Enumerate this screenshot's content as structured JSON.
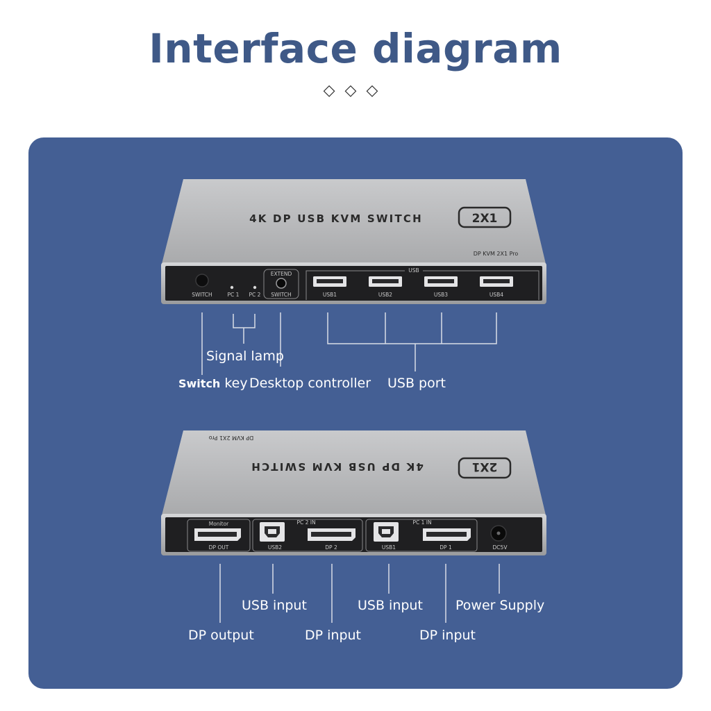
{
  "page": {
    "title": "Interface diagram",
    "ornament": "◇◇◇"
  },
  "device_top": {
    "name_plate": "4K DP USB KVM SWITCH",
    "badge": "2X1",
    "model": "DP KVM 2X1 Pro",
    "ports": {
      "switch_button": "SWITCH",
      "pc1": "PC 1",
      "pc2": "PC 2",
      "extend": "EXTEND",
      "extend_switch": "SWITCH",
      "usb_group": "USB",
      "usb1": "USB1",
      "usb2": "USB2",
      "usb3": "USB3",
      "usb4": "USB4"
    },
    "callouts": {
      "signal_lamp": "Signal lamp",
      "switch_key_a": "Switch",
      "switch_key_b": " key",
      "desktop_controller": "Desktop controller",
      "usb_port": "USB port"
    }
  },
  "device_bottom": {
    "name_plate": "4K DP USB KVM SWITCH",
    "badge": "2X1",
    "model": "DP KVM 2X1 Pro",
    "ports": {
      "monitor": "Monitor",
      "dp_out": "DP OUT",
      "pc2_in": "PC 2 IN",
      "usb2": "USB2",
      "dp2": "DP 2",
      "pc1_in": "PC 1 IN",
      "usb1": "USB1",
      "dp1": "DP 1",
      "dc5v": "DC5V"
    },
    "callouts": {
      "usb_input_1": "USB input",
      "usb_input_2": "USB input",
      "power_supply": "Power Supply",
      "dp_output": "DP output",
      "dp_input_1": "DP input",
      "dp_input_2": "DP input"
    }
  },
  "colors": {
    "panel": "#445f94",
    "title": "#3f5987",
    "device_body": "#b8b9bb",
    "device_face": "#1f1f21"
  }
}
